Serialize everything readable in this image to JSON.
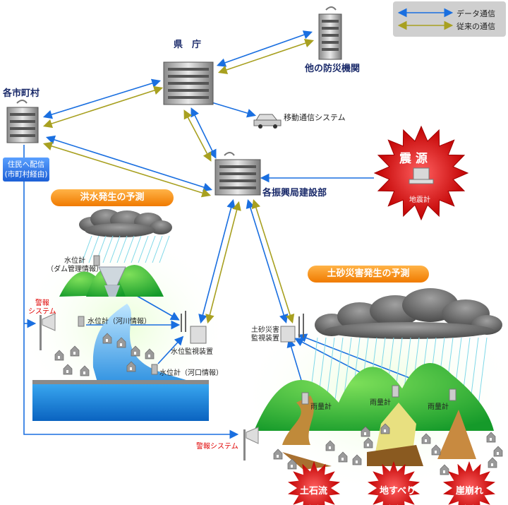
{
  "legend": {
    "data_comm": "データ通信",
    "conventional_comm": "従来の通信",
    "data_color": "#1a6fe0",
    "conventional_color": "#a8a020"
  },
  "nodes": {
    "prefecture": "県　庁",
    "other_agencies": "他の防災機関",
    "municipalities": "各市町村",
    "mobile_system": "移動通信システム",
    "construction_office": "各振興局建設部",
    "distribution": "住民へ配信\n(市町村経由)"
  },
  "epicenter": {
    "title": "震 源",
    "seismometer": "地震計"
  },
  "flood": {
    "badge": "洪水発生の予測",
    "water_gauge_dam": "水位計\n（ダム管理情報）",
    "water_gauge_river": "水位計（河川情報）",
    "water_gauge_estuary": "水位計（河口情報）",
    "monitor": "水位監視装置",
    "alarm": "警報\nシステム"
  },
  "landslide": {
    "badge": "土砂災害発生の予測",
    "monitor": "土砂災害\n監視装置",
    "rain_gauge": "雨量計",
    "alarm": "警報システム",
    "debris_flow": "土石流",
    "landslip": "地すべり",
    "cliff_collapse": "崖崩れ"
  }
}
